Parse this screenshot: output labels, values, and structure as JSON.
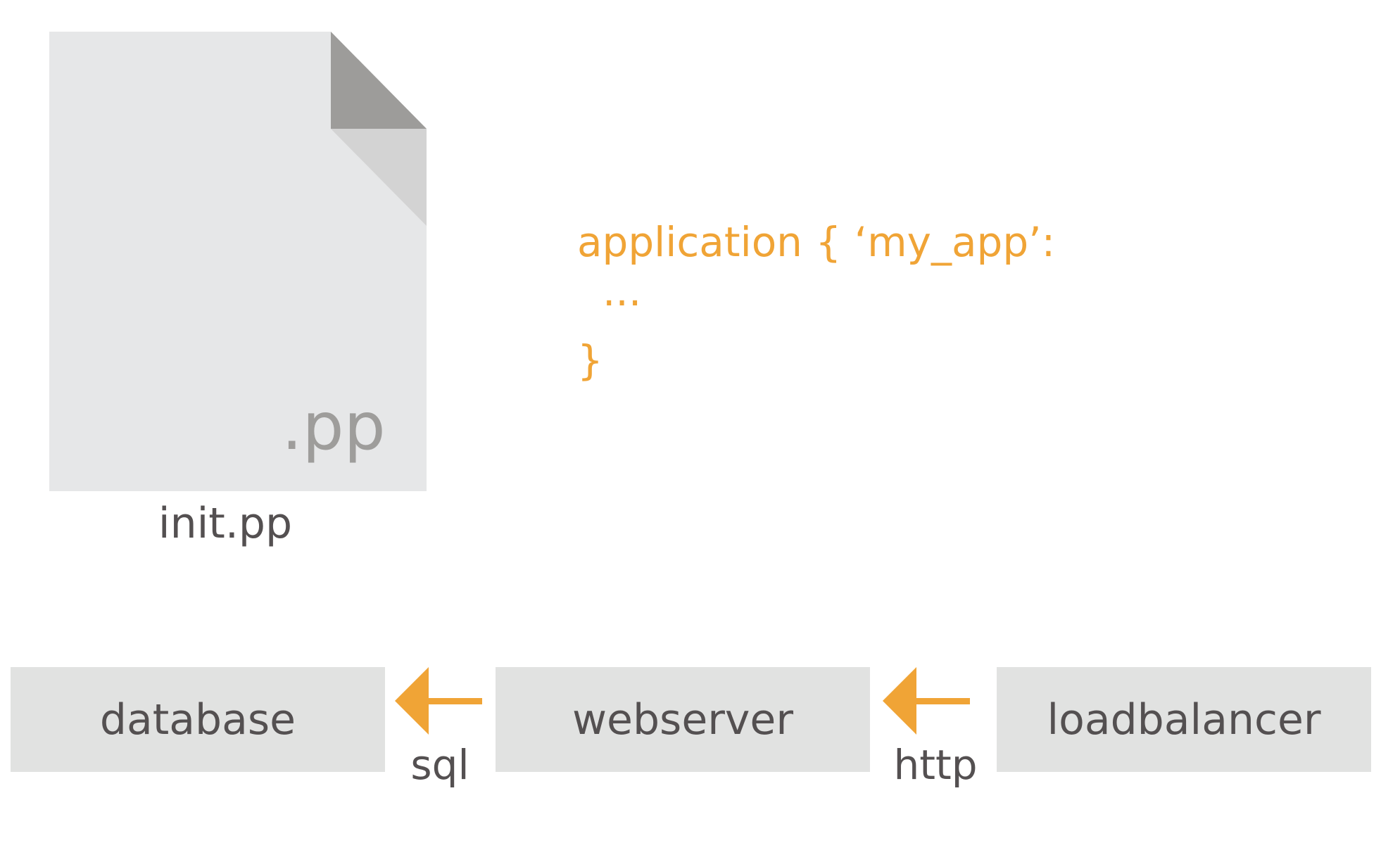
{
  "file": {
    "extension": ".pp",
    "name": "init.pp"
  },
  "code": {
    "lines": [
      "application { ‘my_app’:",
      "...",
      "}"
    ]
  },
  "nodes": {
    "database": "database",
    "webserver": "webserver",
    "loadbalancer": "loadbalancer"
  },
  "edges": {
    "sql": "sql",
    "http": "http"
  },
  "colors": {
    "accent": "#f0a436",
    "box": "#e1e2e1",
    "file_body": "#e6e7e8",
    "file_fold_dark": "#9d9c9a",
    "file_fold_light": "#d3d3d3",
    "text": "#545051",
    "ext_text": "#9e9d9b"
  }
}
